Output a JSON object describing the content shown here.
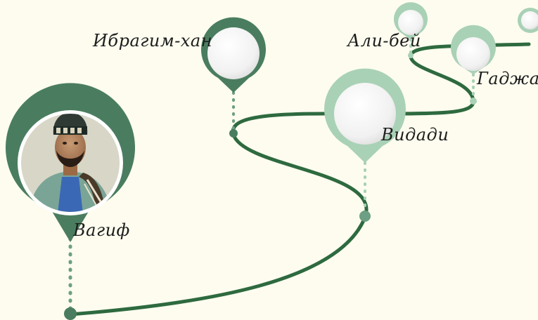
{
  "title": "",
  "colors": {
    "background": "#fdfcef",
    "path_line": "#2e6a3f",
    "pin_dark": "#4a7d5f",
    "pin_mid": "#6c9f83",
    "pin_light": "#a9d1b6",
    "bubble_fill": "#f3f3f3"
  },
  "nodes": [
    {
      "id": "vagif",
      "label": "Вагиф",
      "has_portrait": true,
      "portrait": "portrait of a man in a patterned cap and blue robe"
    },
    {
      "id": "ibragim",
      "label": "Ибрагим-хан",
      "has_portrait": false
    },
    {
      "id": "vidadi",
      "label": "Видади",
      "has_portrait": false
    },
    {
      "id": "ali_bey",
      "label": "Али-бей",
      "has_portrait": false
    },
    {
      "id": "gadzhar",
      "label": "Гаджар",
      "has_portrait": false
    },
    {
      "id": "unnamed_end",
      "label": "",
      "has_portrait": false
    }
  ]
}
